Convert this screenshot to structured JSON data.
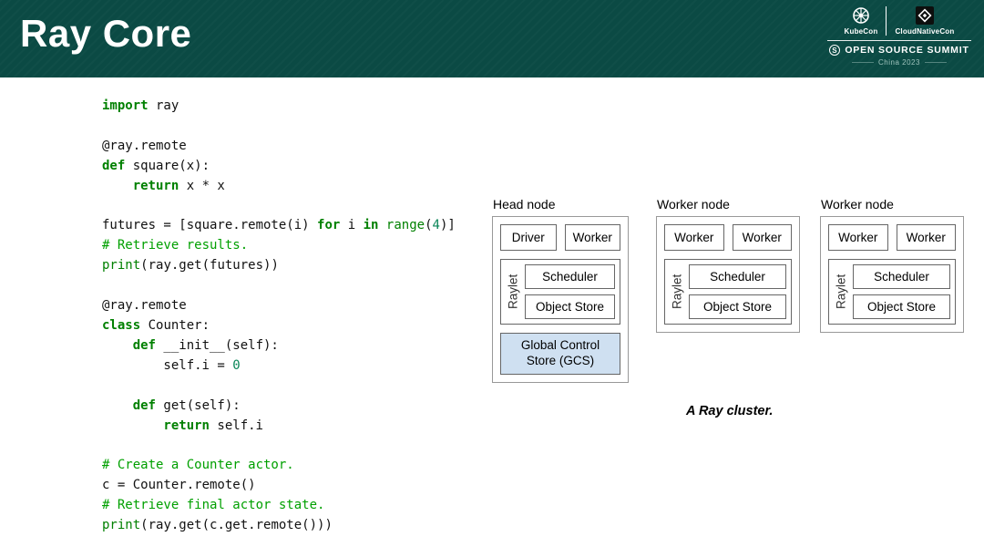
{
  "header": {
    "title": "Ray Core",
    "logos": {
      "kubecon": "KubeCon",
      "cloudnativecon": "CloudNativeCon",
      "summit_icon": "S",
      "summit": "OPEN SOURCE SUMMIT",
      "location": "China 2023"
    }
  },
  "colors": {
    "header_bg": "#0b4a44",
    "header_text": "#ffffff",
    "code_keyword": "#008000",
    "code_builtin": "#008000",
    "code_comment": "#00a000",
    "code_number": "#098658",
    "code_plain": "#111111",
    "gcs_fill": "#cfe0f1",
    "box_border": "#666666",
    "node_border": "#999999"
  },
  "code": {
    "lines": [
      {
        "indent": 0,
        "tokens": [
          [
            "kw",
            "import"
          ],
          [
            "pl",
            " ray"
          ]
        ]
      },
      {
        "indent": 0,
        "tokens": []
      },
      {
        "indent": 0,
        "tokens": [
          [
            "pl",
            "@ray.remote"
          ]
        ]
      },
      {
        "indent": 0,
        "tokens": [
          [
            "kw",
            "def"
          ],
          [
            "pl",
            " square(x):"
          ]
        ]
      },
      {
        "indent": 1,
        "tokens": [
          [
            "kw",
            "return"
          ],
          [
            "pl",
            " x * x"
          ]
        ]
      },
      {
        "indent": 0,
        "tokens": []
      },
      {
        "indent": 0,
        "tokens": [
          [
            "pl",
            "futures = [square.remote(i) "
          ],
          [
            "kw",
            "for"
          ],
          [
            "pl",
            " i "
          ],
          [
            "kw",
            "in"
          ],
          [
            "pl",
            " "
          ],
          [
            "bi",
            "range"
          ],
          [
            "pl",
            "("
          ],
          [
            "num",
            "4"
          ],
          [
            "pl",
            ")]"
          ]
        ]
      },
      {
        "indent": 0,
        "tokens": [
          [
            "cm",
            "# Retrieve results."
          ]
        ]
      },
      {
        "indent": 0,
        "tokens": [
          [
            "bi",
            "print"
          ],
          [
            "pl",
            "(ray.get(futures))"
          ]
        ]
      },
      {
        "indent": 0,
        "tokens": []
      },
      {
        "indent": 0,
        "tokens": [
          [
            "pl",
            "@ray.remote"
          ]
        ]
      },
      {
        "indent": 0,
        "tokens": [
          [
            "kw",
            "class"
          ],
          [
            "pl",
            " Counter:"
          ]
        ]
      },
      {
        "indent": 1,
        "tokens": [
          [
            "kw",
            "def"
          ],
          [
            "pl",
            " __init__(self):"
          ]
        ]
      },
      {
        "indent": 2,
        "tokens": [
          [
            "pl",
            "self.i = "
          ],
          [
            "num",
            "0"
          ]
        ]
      },
      {
        "indent": 0,
        "tokens": []
      },
      {
        "indent": 1,
        "tokens": [
          [
            "kw",
            "def"
          ],
          [
            "pl",
            " get(self):"
          ]
        ]
      },
      {
        "indent": 2,
        "tokens": [
          [
            "kw",
            "return"
          ],
          [
            "pl",
            " self.i"
          ]
        ]
      },
      {
        "indent": 0,
        "tokens": []
      },
      {
        "indent": 0,
        "tokens": [
          [
            "cm",
            "# Create a Counter actor."
          ]
        ]
      },
      {
        "indent": 0,
        "tokens": [
          [
            "pl",
            "c = Counter.remote()"
          ]
        ]
      },
      {
        "indent": 0,
        "tokens": [
          [
            "cm",
            "# Retrieve final actor state."
          ]
        ]
      },
      {
        "indent": 0,
        "tokens": [
          [
            "bi",
            "print"
          ],
          [
            "pl",
            "(ray.get(c.get.remote()))"
          ]
        ]
      }
    ]
  },
  "diagram": {
    "caption": "A Ray cluster.",
    "nodes": [
      {
        "title": "Head node",
        "top_boxes": [
          "Driver",
          "Worker"
        ],
        "raylet_label": "Raylet",
        "raylet_boxes": [
          "Scheduler",
          "Object Store"
        ],
        "gcs_lines": [
          "Global Control",
          "Store (GCS)"
        ]
      },
      {
        "title": "Worker node",
        "top_boxes": [
          "Worker",
          "Worker"
        ],
        "raylet_label": "Raylet",
        "raylet_boxes": [
          "Scheduler",
          "Object Store"
        ]
      },
      {
        "title": "Worker node",
        "top_boxes": [
          "Worker",
          "Worker"
        ],
        "raylet_label": "Raylet",
        "raylet_boxes": [
          "Scheduler",
          "Object Store"
        ]
      }
    ]
  }
}
